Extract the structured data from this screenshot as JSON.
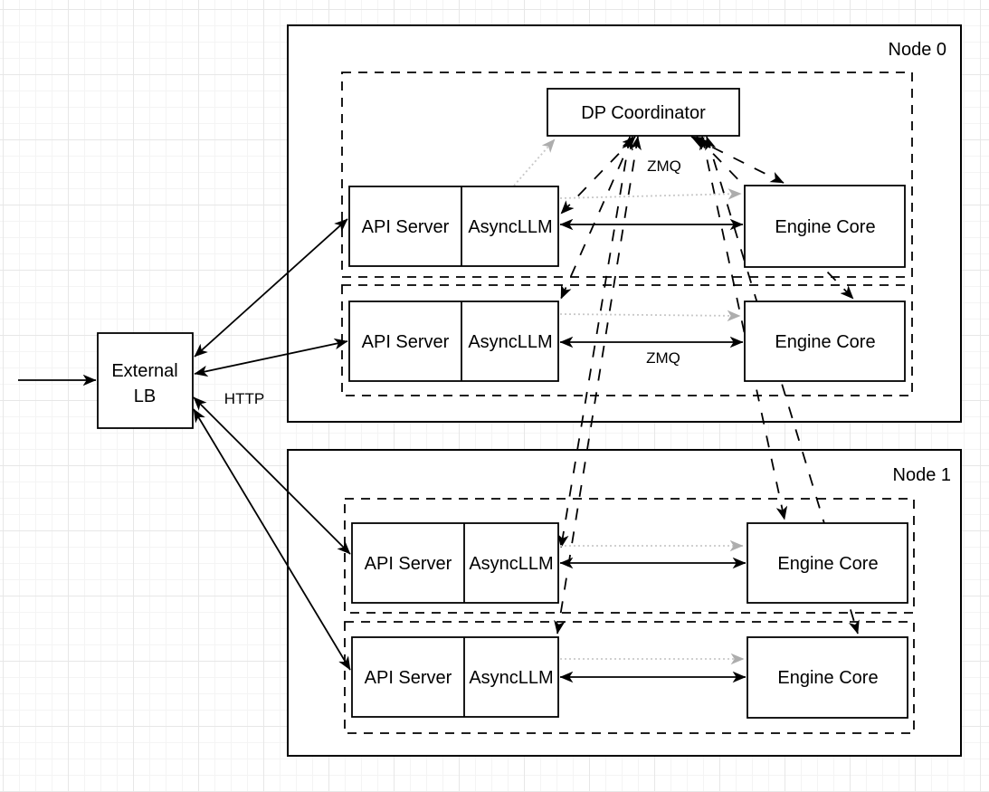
{
  "title": "vLLM data-parallel deployment diagram",
  "labels": {
    "node0": "Node 0",
    "node1": "Node 1",
    "dp_coordinator": "DP Coordinator",
    "api_server": "API Server",
    "async_llm": "AsyncLLM",
    "engine_core": "Engine Core",
    "external_lb_line1": "External",
    "external_lb_line2": "LB",
    "http": "HTTP",
    "zmq": "ZMQ"
  },
  "colors": {
    "stroke": "#000000",
    "box_fill": "#ffffff",
    "dotted_arrow_line": "#c9c9c9",
    "dotted_arrow_head": "#adadad",
    "grid_minor": "#f4f4f4",
    "grid_major": "#e7e7e7"
  },
  "connections": [
    {
      "from": "client",
      "to": "External LB",
      "style": "solid",
      "direction": "one-way"
    },
    {
      "from": "External LB",
      "to": "Node 0 / API Server 1",
      "style": "solid",
      "direction": "two-way",
      "label": "HTTP"
    },
    {
      "from": "External LB",
      "to": "Node 0 / API Server 2",
      "style": "solid",
      "direction": "two-way",
      "label": "HTTP"
    },
    {
      "from": "External LB",
      "to": "Node 1 / API Server 1",
      "style": "solid",
      "direction": "two-way",
      "label": "HTTP"
    },
    {
      "from": "External LB",
      "to": "Node 1 / API Server 2",
      "style": "solid",
      "direction": "two-way",
      "label": "HTTP"
    },
    {
      "from": "AsyncLLM",
      "to": "Engine Core",
      "style": "solid",
      "direction": "two-way",
      "count": 4
    },
    {
      "from": "AsyncLLM",
      "to": "DP Coordinator",
      "style": "dashed",
      "direction": "two-way",
      "label": "ZMQ",
      "count": 4
    },
    {
      "from": "DP Coordinator",
      "to": "Engine Core",
      "style": "dashed",
      "direction": "two-way",
      "label": "ZMQ",
      "count": 4
    },
    {
      "from": "AsyncLLM (Node 0, row 1)",
      "to": "DP Coordinator",
      "style": "dotted-gray",
      "direction": "one-way",
      "count": 1
    },
    {
      "from": "AsyncLLM",
      "to": "Engine Core",
      "style": "dotted-gray",
      "direction": "one-way",
      "count": 4
    }
  ]
}
